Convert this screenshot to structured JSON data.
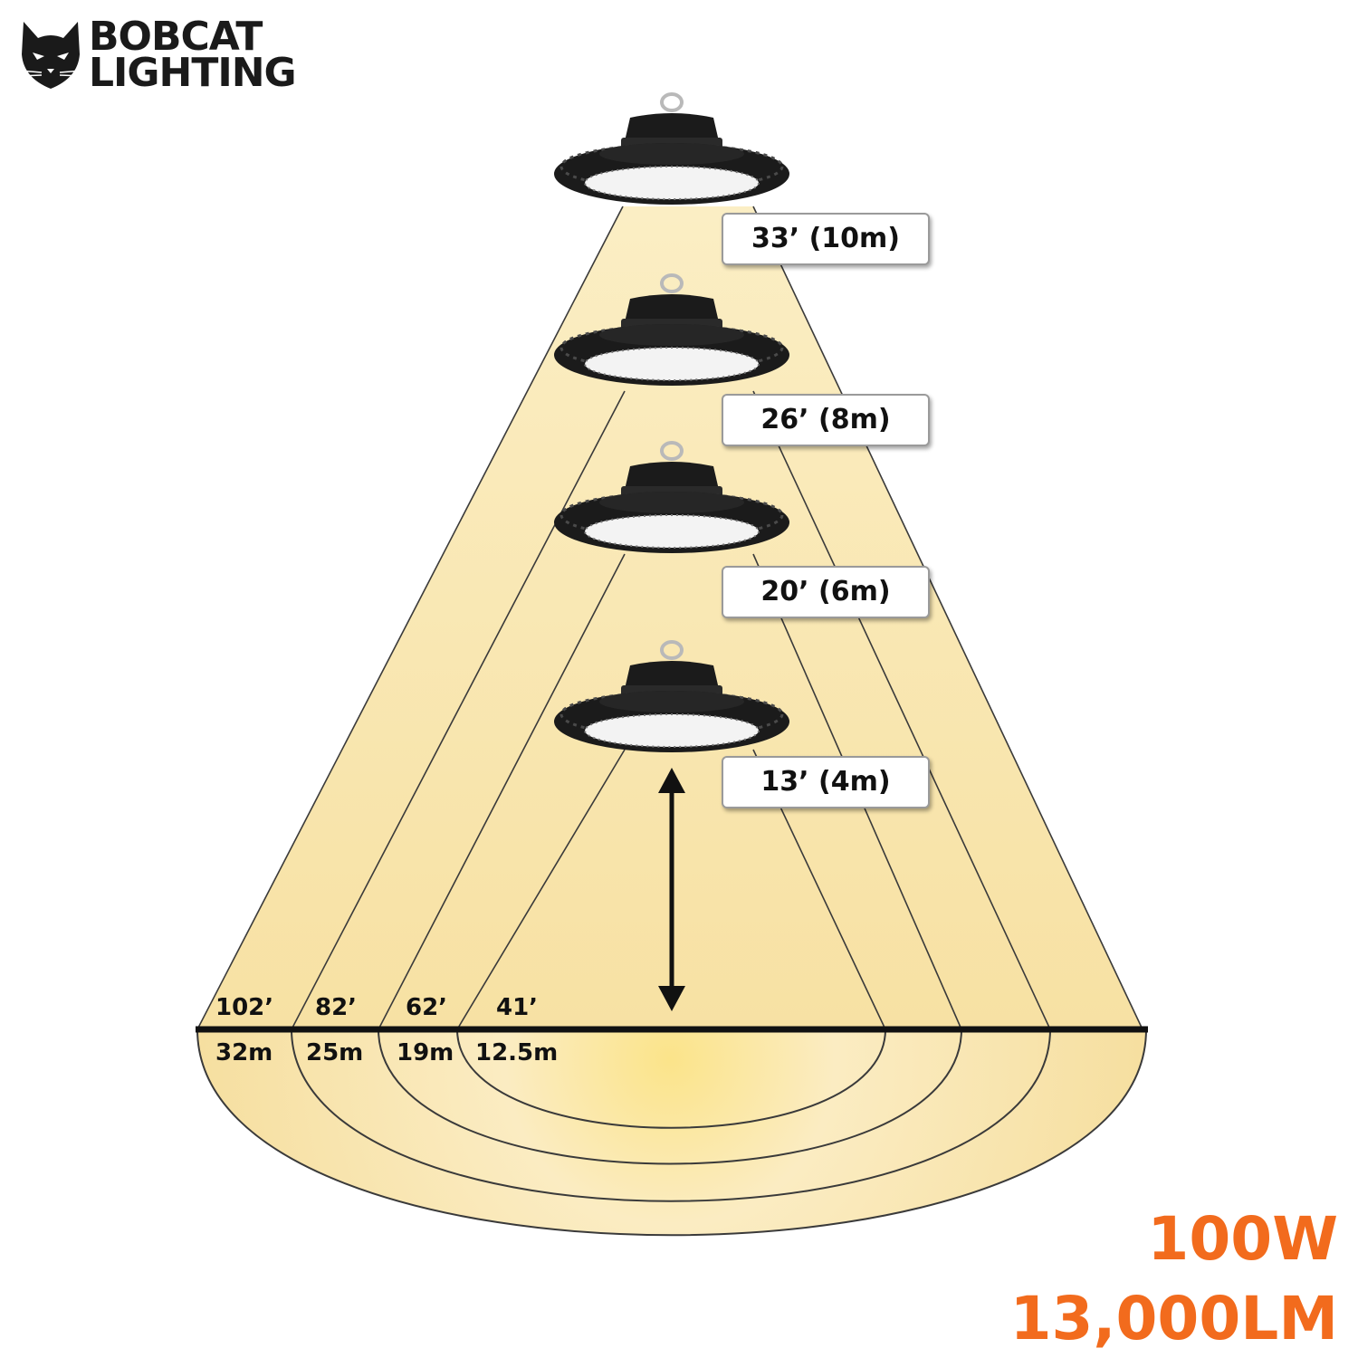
{
  "brand": {
    "line1": "BOBCAT",
    "line2": "LIGHTING"
  },
  "mounting_heights": [
    {
      "label": "33’ (10m)"
    },
    {
      "label": "26’ (8m)"
    },
    {
      "label": "20’ (6m)"
    },
    {
      "label": "13’ (4m)"
    }
  ],
  "beam_spreads": [
    {
      "feet": "102’",
      "meters": "32m"
    },
    {
      "feet": "82’",
      "meters": "25m"
    },
    {
      "feet": "62’",
      "meters": "19m"
    },
    {
      "feet": "41’",
      "meters": "12.5m"
    }
  ],
  "specs": {
    "power": "100W",
    "lumens": "13,000LM"
  },
  "colors": {
    "beam": "#f8e3a4",
    "beam_core": "#fbecb9",
    "accent": "#f26b1d",
    "fixture": "#1b1b1b"
  }
}
